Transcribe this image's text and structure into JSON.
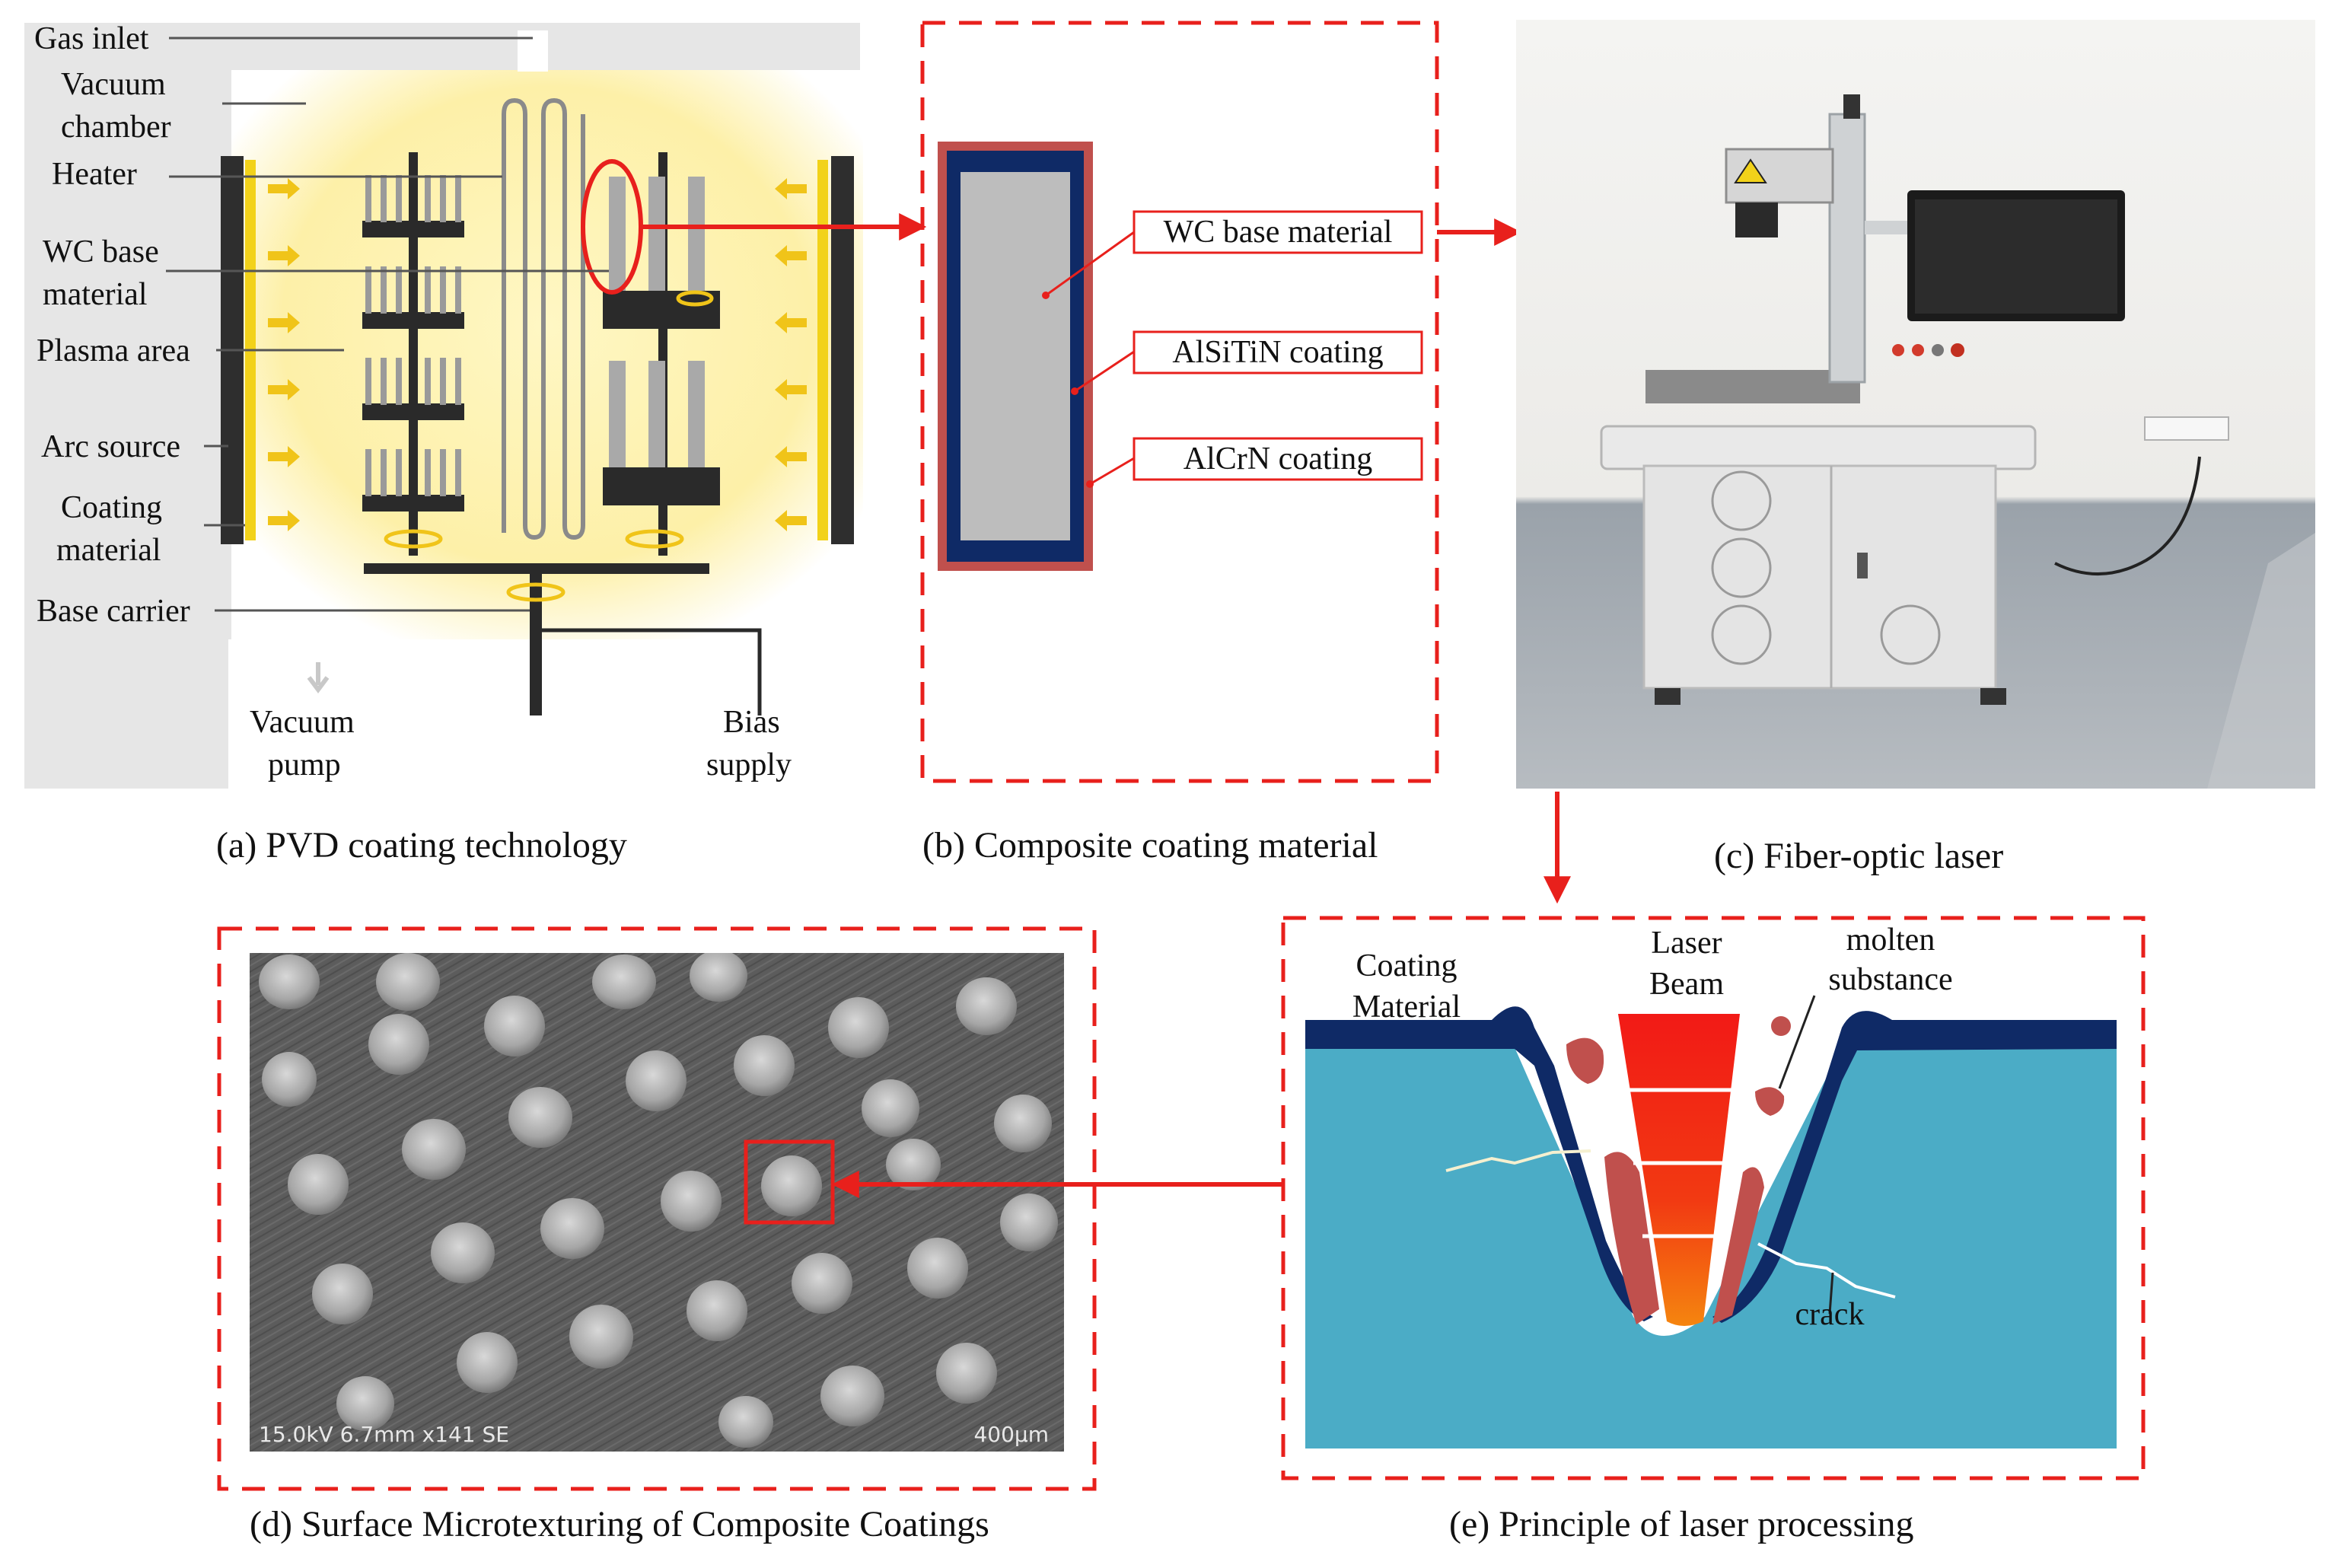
{
  "panel_a": {
    "caption": "(a) PVD coating technology",
    "labels": {
      "gas_inlet": "Gas inlet",
      "vacuum_chamber_1": "Vacuum",
      "vacuum_chamber_2": "chamber",
      "heater": "Heater",
      "wc_base_1": "WC base",
      "wc_base_2": "material",
      "plasma_area": "Plasma area",
      "arc_source": "Arc source",
      "coating_material_1": "Coating",
      "coating_material_2": "material",
      "base_carrier": "Base carrier",
      "vacuum_pump_1": "Vacuum",
      "vacuum_pump_2": "pump",
      "bias_supply_1": "Bias",
      "bias_supply_2": "supply"
    }
  },
  "panel_b": {
    "caption": "(b) Composite coating material",
    "labels": {
      "wc": "WC base material",
      "alsitin": "AlSiTiN coating",
      "alcrn": "AlCrN coating"
    }
  },
  "panel_c": {
    "caption": "(c) Fiber-optic laser"
  },
  "panel_d": {
    "caption": "(d) Surface Microtexturing of Composite Coatings",
    "sem_info": "15.0kV 6.7mm x141 SE",
    "scale_bar": "400μm"
  },
  "panel_e": {
    "caption": "(e) Principle of laser processing",
    "labels": {
      "coating_1": "Coating",
      "coating_2": "Material",
      "laser_1": "Laser",
      "laser_2": "Beam",
      "molten_1": "molten",
      "molten_2": "substance",
      "crack": "crack"
    }
  },
  "colors": {
    "accent_red": "#e8201c",
    "coating_navy": "#0f2a66",
    "substrate_teal": "#4bacc6",
    "coating_brick": "#c0504d",
    "wc_gray": "#bdbdbd",
    "arc_yellow": "#f2d21a"
  }
}
